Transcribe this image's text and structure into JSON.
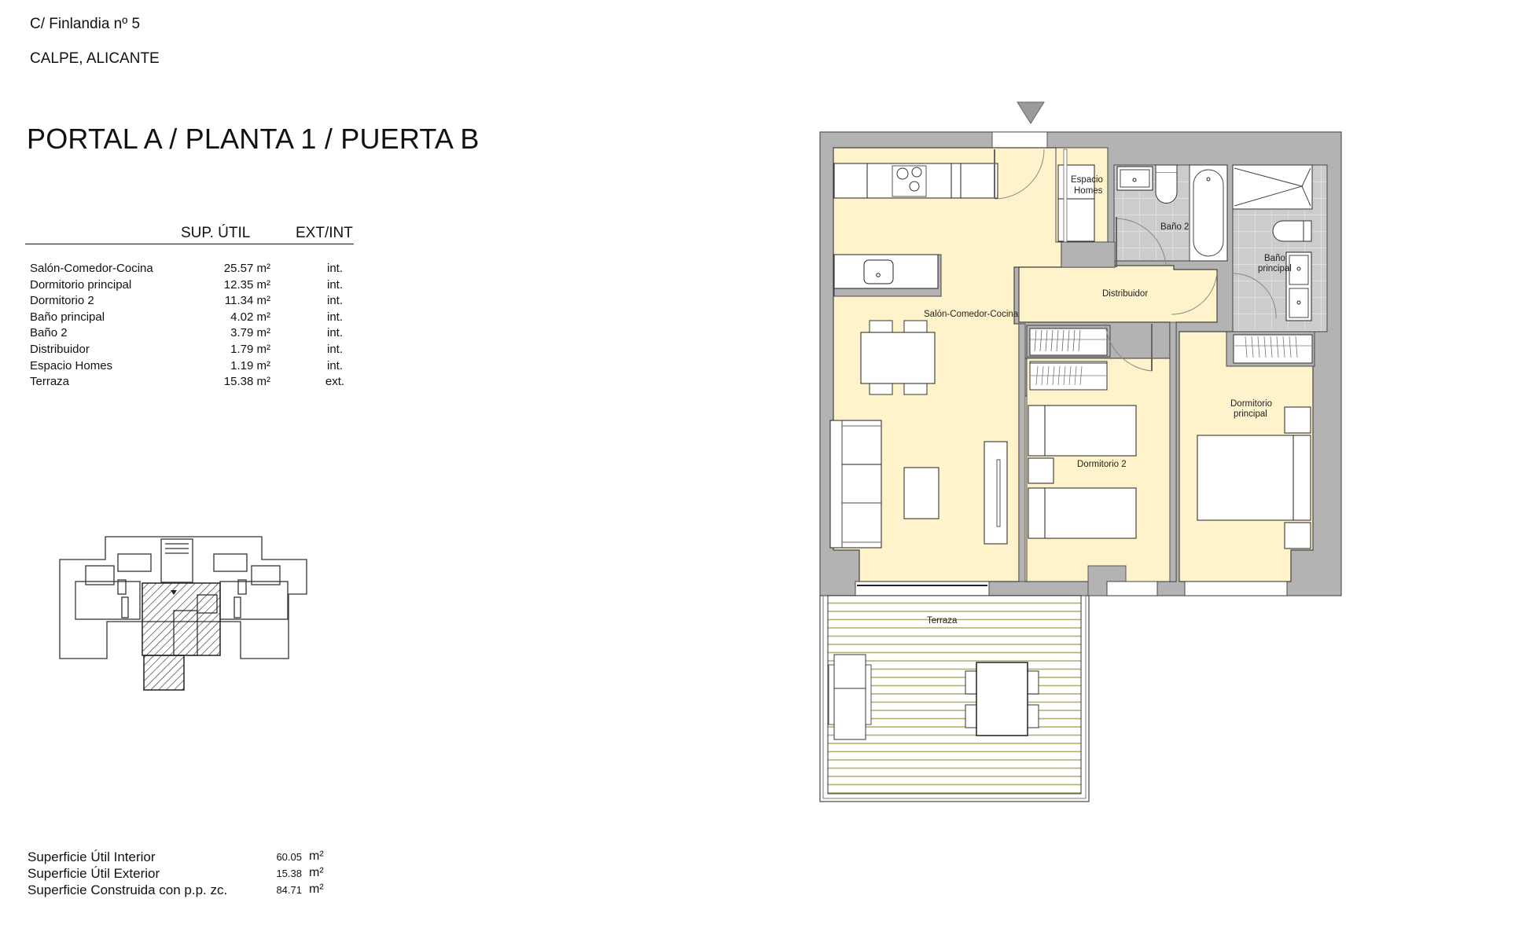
{
  "header": {
    "address_line1": "C/ Finlandia nº 5",
    "address_line2": "CALPE, ALICANTE",
    "title": "PORTAL A / PLANTA 1 / PUERTA B"
  },
  "areas_table": {
    "columns": [
      "SUP. ÚTIL",
      "EXT/INT"
    ],
    "rows": [
      {
        "name": "Salón-Comedor-Cocina",
        "area": "25.57 m²",
        "type": "int."
      },
      {
        "name": "Dormitorio principal",
        "area": "12.35 m²",
        "type": "int."
      },
      {
        "name": "Dormitorio 2",
        "area": "11.34 m²",
        "type": "int."
      },
      {
        "name": "Baño principal",
        "area": "4.02 m²",
        "type": "int."
      },
      {
        "name": "Baño 2",
        "area": "3.79 m²",
        "type": "int."
      },
      {
        "name": "Distribuidor",
        "area": "1.79 m²",
        "type": "int."
      },
      {
        "name": "Espacio Homes",
        "area": "1.19 m²",
        "type": "int."
      },
      {
        "name": "Terraza",
        "area": "15.38 m²",
        "type": "ext."
      }
    ]
  },
  "totals": [
    {
      "label": "Superficie Útil Interior",
      "value": "60.05",
      "unit": "m²"
    },
    {
      "label": "Superficie Útil Exterior",
      "value": "15.38",
      "unit": "m²"
    },
    {
      "label": "Superficie Construida con p.p. zc.",
      "value": "84.71",
      "unit": "m²"
    }
  ],
  "floor_plan": {
    "room_labels": {
      "espacio_homes_1": "Espacio",
      "espacio_homes_2": "Homes",
      "bano2": "Baño 2",
      "bano_principal_1": "Baño",
      "bano_principal_2": "principal",
      "distribuidor": "Distribuidor",
      "salon": "Salón-Comedor-Cocina",
      "dormitorio_principal_1": "Dormitorio",
      "dormitorio_principal_2": "principal",
      "dormitorio2": "Dormitorio 2",
      "terraza": "Terraza"
    },
    "colors": {
      "wall": "#b3b3b3",
      "floor": "#fff3cc",
      "bath_tile": "#cccccc",
      "deck_line": "#b5b070",
      "entry_marker": "#9a9a9a"
    }
  },
  "key_plan": {
    "icon": "building-key-plan"
  }
}
